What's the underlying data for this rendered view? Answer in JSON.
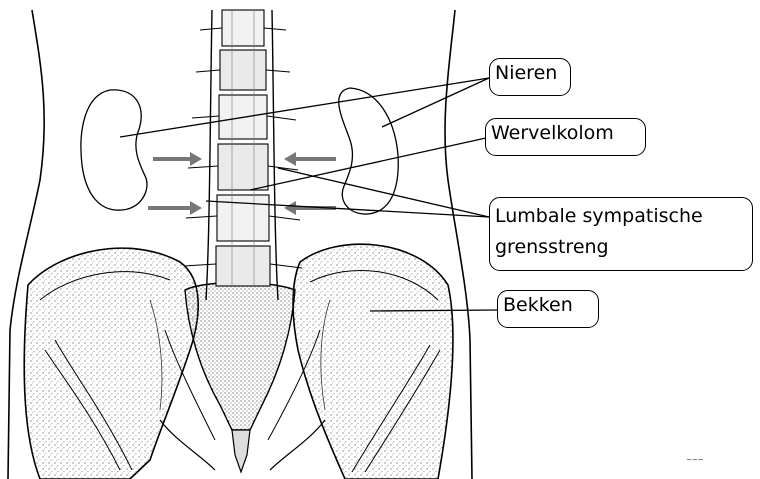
{
  "labels": {
    "nieren": "Nieren",
    "wervelkolom": "Wervelkolom",
    "lumbale_line1": "Lumbale sympatische",
    "lumbale_line2": "grensstreng",
    "bekken": "Bekken"
  },
  "colors": {
    "ink": "#000000",
    "paper": "#ffffff",
    "stipple": "#6a6a6a"
  }
}
